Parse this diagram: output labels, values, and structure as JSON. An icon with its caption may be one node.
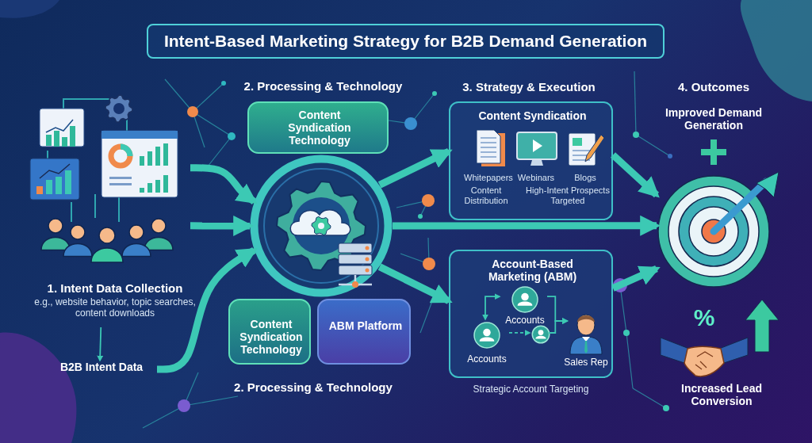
{
  "diagram": {
    "title": "Intent-Based Marketing Strategy for B2B Demand Generation",
    "nodes": [
      {
        "text": [],
        "shape": "picture"
      },
      {
        "text": [
          "1. Intent Data Collection",
          "e.g., website behavior, topic searches, content downloads"
        ]
      },
      {
        "text": [
          "B2B Intent Data"
        ]
      },
      {
        "text": [],
        "shape": "circle"
      },
      {
        "text": [
          "Content Syndication Technology"
        ]
      },
      {
        "text": [
          "Content Syndication Technology"
        ]
      },
      {
        "text": [
          "ABM Platform"
        ]
      },
      {
        "text": [
          "Content Syndication",
          "Whitepapers",
          "Webinars",
          "Blogs",
          "Content Distribution",
          "High-Intent Prospects Targeted"
        ]
      },
      {
        "text": [
          "Account-Based Marketing (ABM)"
        ],
        "beside": [
          "Strategic Account Targeting"
        ]
      },
      {
        "text": [
          "Accounts"
        ],
        "in": 8
      },
      {
        "text": [
          "Accounts"
        ],
        "in": 8
      },
      {
        "text": [],
        "shape": "circle",
        "in": 8
      },
      {
        "text": [
          "Sales Rep"
        ],
        "in": 8
      },
      {
        "text": [],
        "shape": "picture"
      }
    ],
    "edges": [
      {
        "from": 0,
        "to": 3,
        "arrow": "to"
      },
      {
        "from": 0,
        "to": 3,
        "arrow": "to"
      },
      {
        "from": 2,
        "to": 3,
        "arrow": "to"
      },
      {
        "from": 3,
        "to": 7,
        "arrow": "to"
      },
      {
        "from": 3,
        "to": 13,
        "arrow": "to"
      },
      {
        "from": 3,
        "to": 8,
        "arrow": "to"
      },
      {
        "from": 7,
        "to": 13,
        "arrow": "to"
      },
      {
        "from": 8,
        "to": 13,
        "arrow": "to"
      },
      {
        "from": 1,
        "to": 2,
        "arrow": "to"
      },
      {
        "from": 10,
        "to": 9,
        "arrow": "both"
      },
      {
        "from": 10,
        "to": 11,
        "arrow": "to",
        "style": "dashed"
      },
      {
        "from": 9,
        "to": 12,
        "arrow": "to"
      },
      {
        "from": 11,
        "to": 12,
        "arrow": "to"
      }
    ],
    "labels": [
      "2. Processing & Technology",
      "3. Strategy & Execution",
      "4. Outcomes",
      "Improved Demand Generation",
      "2. Processing & Technology",
      "%",
      "Increased Lead Conversion"
    ]
  }
}
